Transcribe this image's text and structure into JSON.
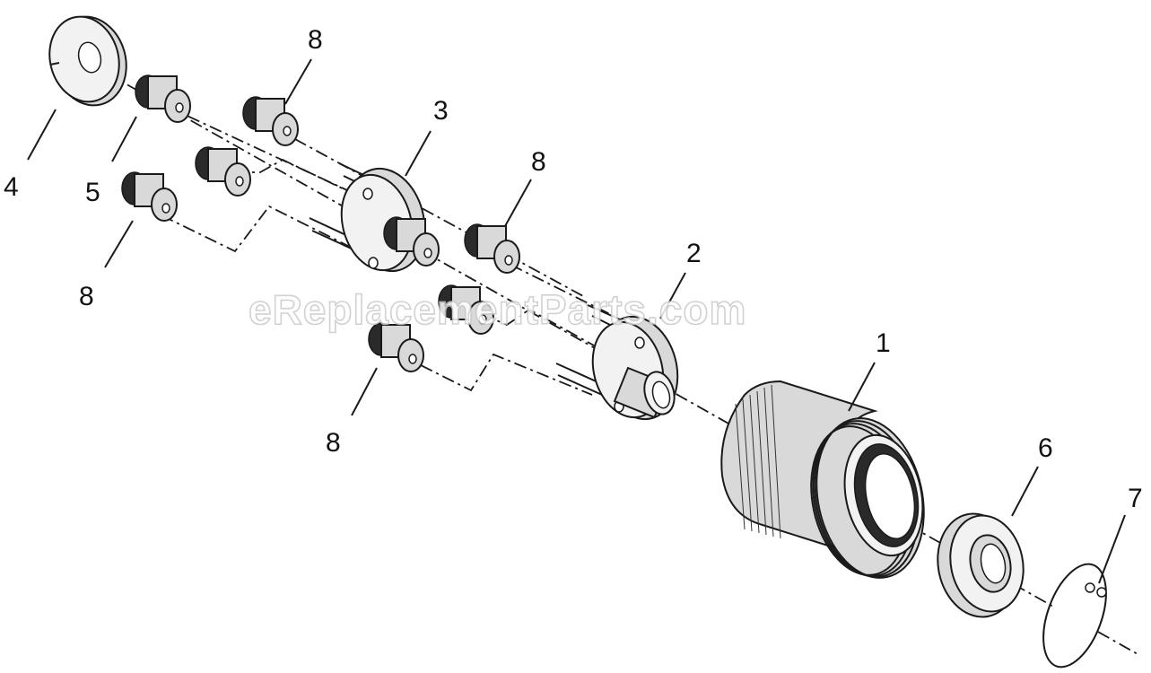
{
  "watermark": "eReplacementParts.com",
  "callouts": {
    "p1": "1",
    "p2": "2",
    "p3": "3",
    "p4": "4",
    "p5": "5",
    "p6": "6",
    "p7": "7",
    "p8a": "8",
    "p8b": "8",
    "p8c": "8",
    "p8d": "8"
  }
}
